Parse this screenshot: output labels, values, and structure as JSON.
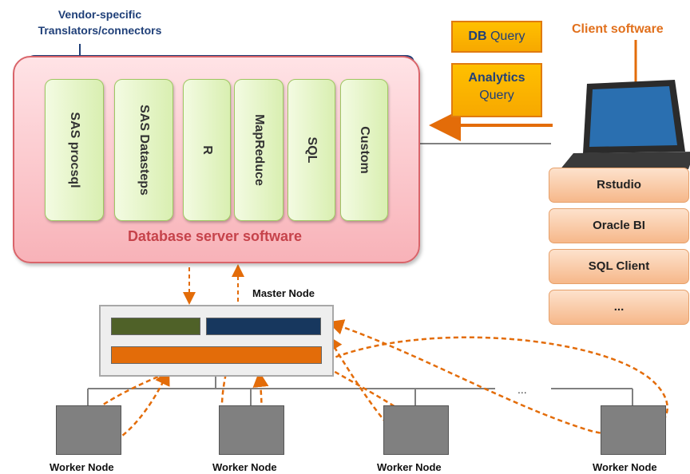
{
  "vendor_label": [
    "Vendor-specific",
    "Translators/connectors"
  ],
  "connectors": [
    "SAS procsql",
    "SAS Datasteps",
    "R",
    "MapReduce",
    "SQL",
    "Custom"
  ],
  "db_server_label": "Database server software",
  "queries": [
    {
      "bold": "DB",
      "rest": "Query"
    },
    {
      "bold": "Analytics",
      "rest": "Query"
    }
  ],
  "client_label": "Client software",
  "client_tools": [
    "Rstudio",
    "Oracle BI",
    "SQL Client",
    "..."
  ],
  "master_label": "Master Node",
  "worker_label": "Worker Node",
  "ellipsis": "...",
  "colors": {
    "db_border": "#d9646a",
    "connector_fill": "#d9efb1",
    "query_fill": "#ffc000",
    "arrow": "#e36c09",
    "master_bar_green": "#4f6128",
    "master_bar_blue": "#17375e",
    "master_bar_orange": "#e36c09",
    "worker": "#808080"
  }
}
